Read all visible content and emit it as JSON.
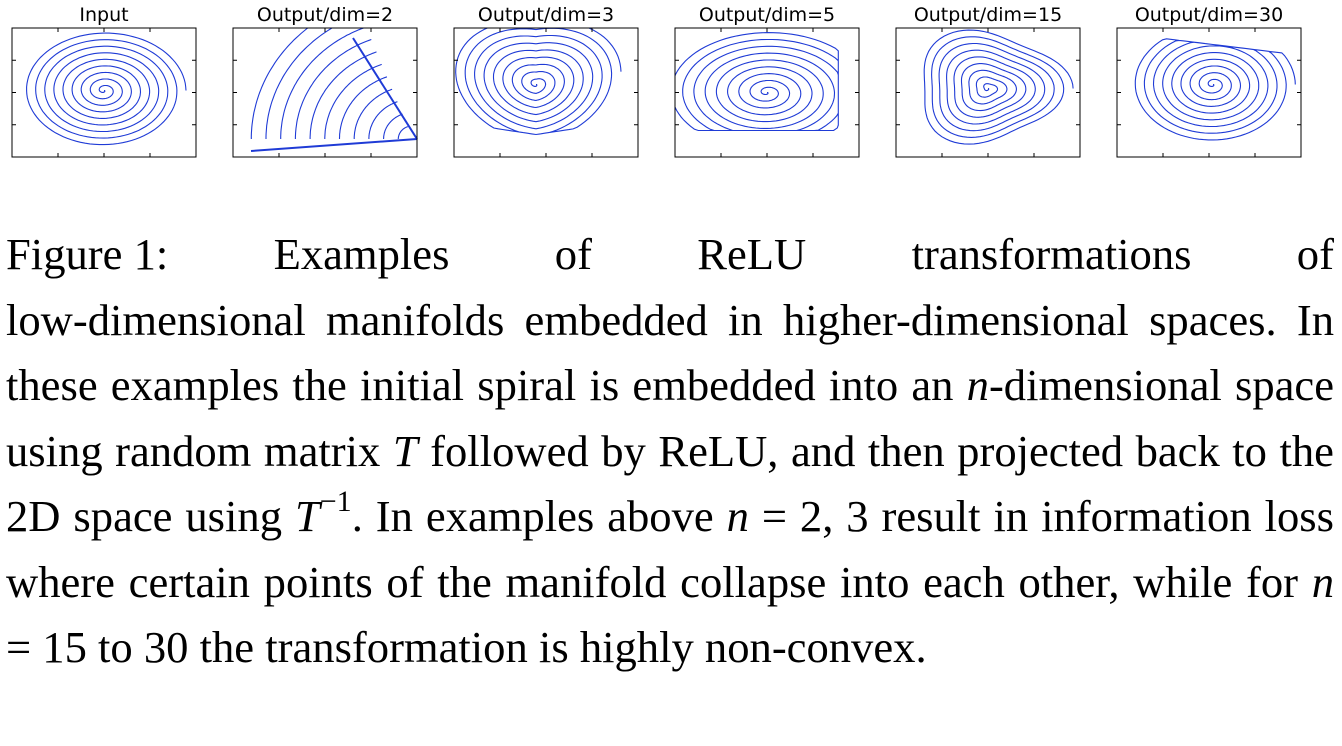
{
  "figure": {
    "panels": [
      {
        "title": "Input",
        "shape": "spiral"
      },
      {
        "title": "Output/dim=2",
        "shape": "fan"
      },
      {
        "title": "Output/dim=3",
        "shape": "wedge"
      },
      {
        "title": "Output/dim=5",
        "shape": "collapsed-corner"
      },
      {
        "title": "Output/dim=15",
        "shape": "triangular-spiral"
      },
      {
        "title": "Output/dim=30",
        "shape": "skewed-spiral"
      }
    ],
    "curve_color": "#1f3bd6"
  },
  "caption": {
    "label": "Figure 1:",
    "first_words": [
      "Examples",
      "of",
      "ReLU",
      "transformations",
      "of"
    ],
    "line2": "low-dimensional manifolds embedded in higher-dimensional",
    "line3": "spaces.  In these examples the initial spiral is embedded into",
    "line4a": "an ",
    "n1": "n",
    "line4b": "-dimensional space using random matrix ",
    "T1": "T",
    "line4c": " followed by",
    "line5a": "ReLU, and then projected back to the 2D space using ",
    "T2": "T",
    "T2sup": "−1",
    "line5b": ".",
    "line6a": "In examples above ",
    "n2": "n",
    "line6b": " = 2, 3 result in information loss where",
    "line7": "certain points of the manifold collapse into each other, while",
    "line8a": "for ",
    "n3": "n",
    "line8b": " = 15 to 30 the transformation is highly non-convex."
  }
}
